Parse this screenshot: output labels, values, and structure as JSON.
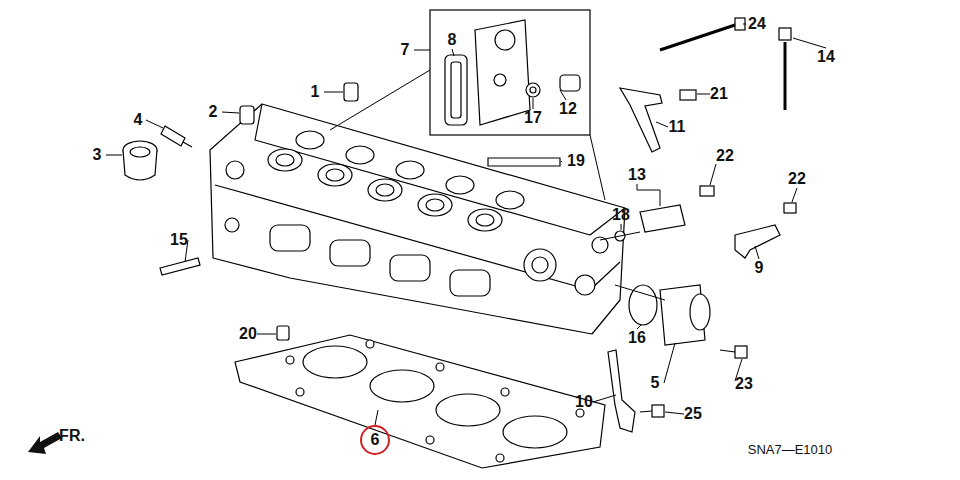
{
  "diagram": {
    "labels": [
      "1",
      "2",
      "3",
      "4",
      "5",
      "6",
      "7",
      "8",
      "9",
      "10",
      "11",
      "12",
      "13",
      "14",
      "15",
      "16",
      "17",
      "18",
      "19",
      "20",
      "21",
      "22",
      "22",
      "23",
      "24",
      "25",
      "FR.",
      "SNA7—E1010"
    ]
  }
}
